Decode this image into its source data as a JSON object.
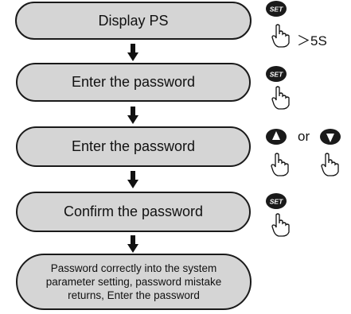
{
  "steps": [
    "Display PS",
    "Enter the password",
    "Enter the password",
    "Confirm the password",
    "Password correctly into the system parameter setting, password mistake returns, Enter the password"
  ],
  "icons": {
    "set_button_label": "SET",
    "hold_duration": "＞5S",
    "or_text": "or"
  },
  "colors": {
    "step_fill": "#d5d5d5",
    "outline": "#1a1a1a",
    "button_fill": "#1a1a1a"
  }
}
